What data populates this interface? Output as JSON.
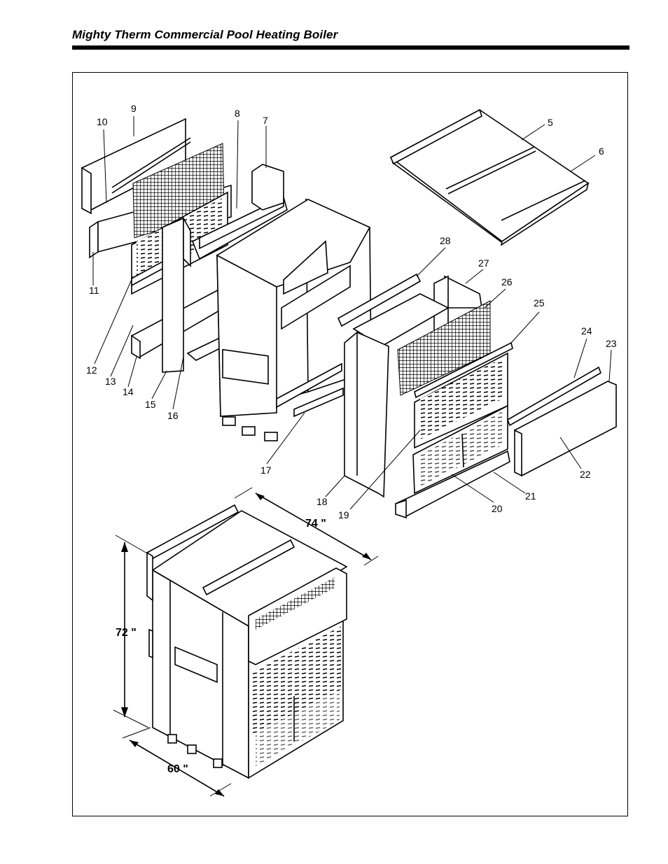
{
  "header": {
    "title": "Mighty Therm Commercial Pool Heating Boiler"
  },
  "diagram": {
    "part_labels": [
      "5",
      "6",
      "7",
      "8",
      "9",
      "10",
      "11",
      "12",
      "13",
      "14",
      "15",
      "16",
      "17",
      "18",
      "19",
      "20",
      "21",
      "22",
      "23",
      "24",
      "25",
      "26",
      "27",
      "28"
    ],
    "dimensions": {
      "depth": "74 \"",
      "height": "72 \"",
      "width": "60 \""
    }
  }
}
